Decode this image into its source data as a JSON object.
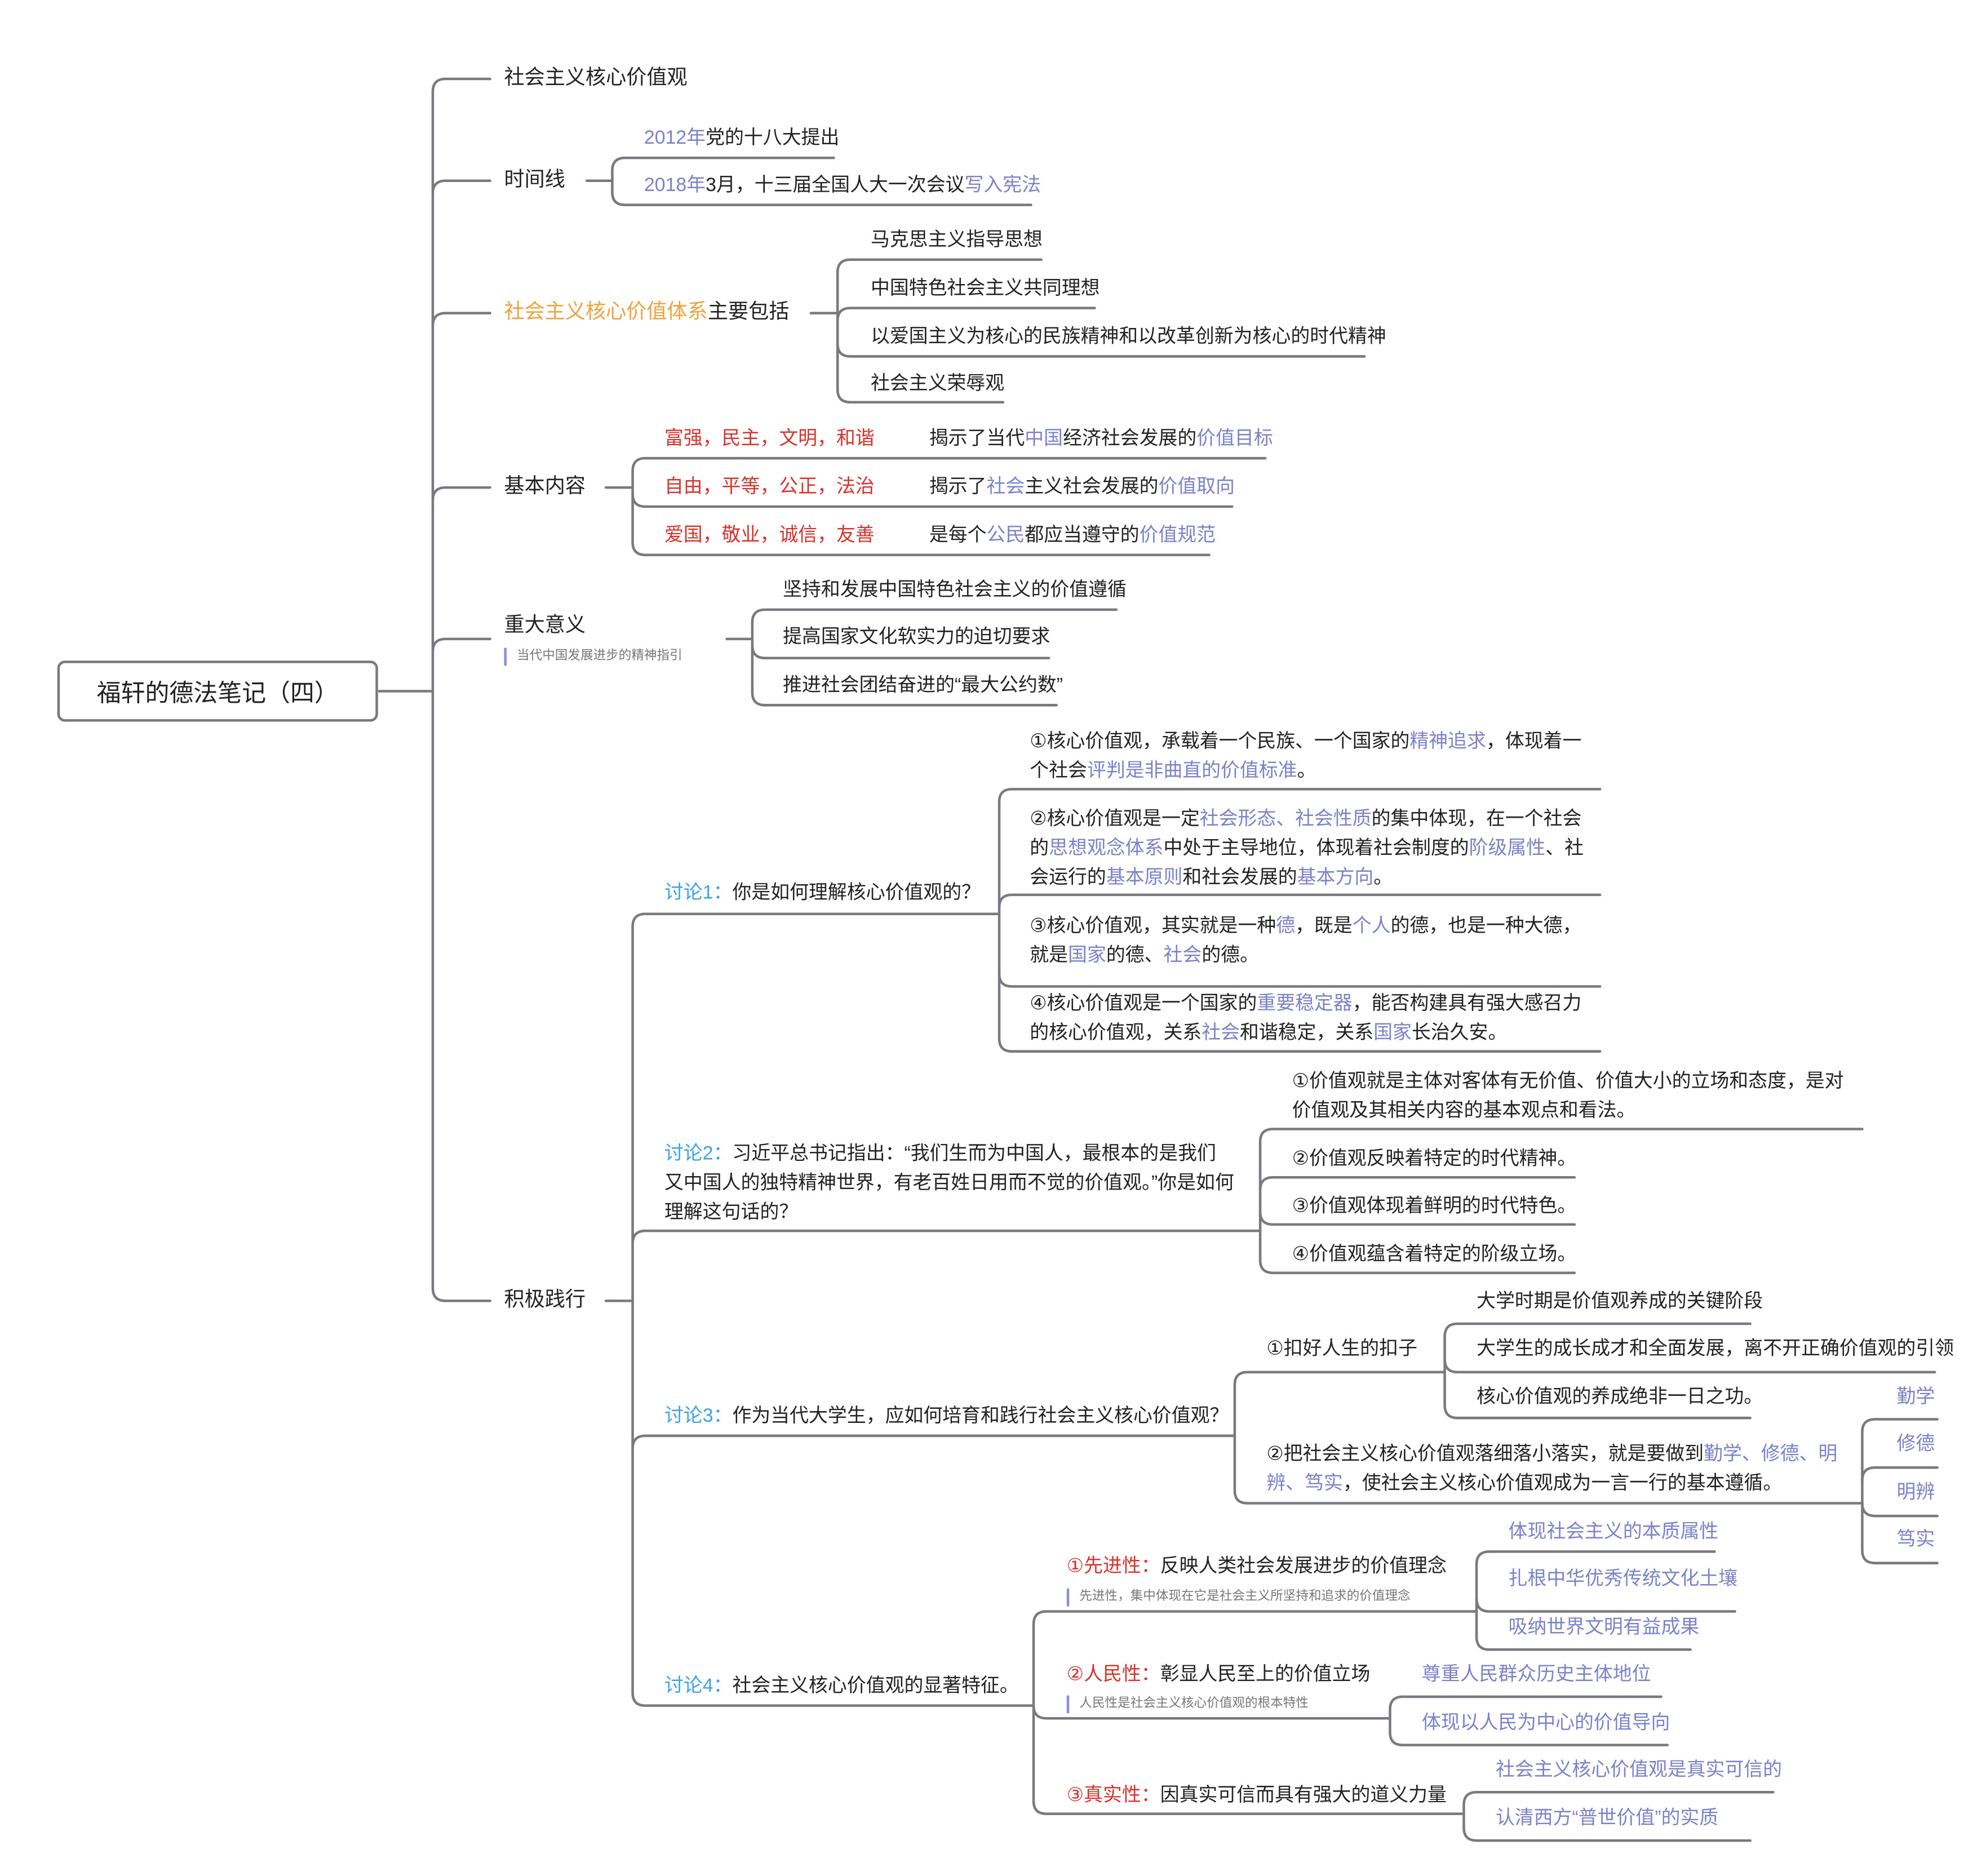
{
  "root": {
    "title": "福轩的德法笔记（四）"
  },
  "branches": {
    "core_values": {
      "label": "社会主义核心价值观"
    },
    "timeline": {
      "label": "时间线",
      "items": [
        {
          "year": "2012年",
          "text": "党的十八大提出"
        },
        {
          "year": "2018年",
          "text": "3月，十三届全国人大一次会议",
          "highlight": "写入宪法"
        }
      ]
    },
    "system": {
      "label_highlight": "社会主义核心价值体系",
      "label_rest": "主要包括",
      "items": [
        "马克思主义指导思想",
        "中国特色社会主义共同理想",
        "以爱国主义为核心的民族精神和以改革创新为核心的时代精神",
        "社会主义荣辱观"
      ]
    },
    "basic_content": {
      "label": "基本内容",
      "rows": [
        {
          "values": "富强，民主，文明，和谐",
          "desc_a": "揭示了当代",
          "desc_hl1": "中国",
          "desc_b": "经济社会发展的",
          "desc_hl2": "价值目标"
        },
        {
          "values": "自由，平等，公正，法治",
          "desc_a": "揭示了",
          "desc_hl1": "社会",
          "desc_b": "主义社会发展的",
          "desc_hl2": "价值取向"
        },
        {
          "values": "爱国，敬业，诚信，友善",
          "desc_a": "是每个",
          "desc_hl1": "公民",
          "desc_b": "都应当遵守的",
          "desc_hl2": "价值规范"
        }
      ]
    },
    "significance": {
      "label": "重大意义",
      "note": "当代中国发展进步的精神指引",
      "items": [
        "坚持和发展中国特色社会主义的价值遵循",
        "提高国家文化软实力的迫切要求",
        "推进社会团结奋进的“最大公约数”"
      ]
    },
    "practice": {
      "label": "积极践行",
      "d1": {
        "tag": "讨论1：",
        "question": "你是如何理解核心价值观的？",
        "answers": [
          {
            "p": [
              "①核心价值观，承载着一个民族、一个国家的",
              "精神追求",
              "，体现着一个社会",
              "评判是非曲直的价值标准",
              "。"
            ]
          },
          {
            "p": [
              "②核心价值观是一定",
              "社会形态、社会性质",
              "的集中体现，在一个社会的",
              "思想观念体系",
              "中处于主导地位，体现着社会制度的",
              "阶级属性",
              "、社会运行的",
              "基本原则",
              "和社会发展的",
              "基本方向",
              "。"
            ]
          },
          {
            "p": [
              "③核心价值观，其实就是一种",
              "德",
              "，既是",
              "个人",
              "的德，也是一种大德，就是",
              "国家",
              "的德、",
              "社会",
              "的德。"
            ]
          },
          {
            "p": [
              "④核心价值观是一个国家的",
              "重要稳定器",
              "，能否构建具有强大感召力的核心价值观，关系",
              "社会",
              "和谐稳定，关系",
              "国家",
              "长治久安。"
            ]
          }
        ]
      },
      "d2": {
        "tag": "讨论2：",
        "question": "习近平总书记指出：“我们生而为中国人，最根本的是我们又中国人的独特精神世界，有老百姓日用而不觉的价值观。”你是如何理解这句话的？",
        "answers": [
          "①价值观就是主体对客体有无价值、价值大小的立场和态度，是对价值观及其相关内容的基本观点和看法。",
          "②价值观反映着特定的时代精神。",
          "③价值观体现着鲜明的时代特色。",
          "④价值观蕴含着特定的阶级立场。"
        ]
      },
      "d3": {
        "tag": "讨论3：",
        "question": "作为当代大学生，应如何培育和践行社会主义核心价值观？",
        "point1": {
          "label": "①扣好人生的扣子",
          "items": [
            "大学时期是价值观养成的关键阶段",
            "大学生的成长成才和全面发展，离不开正确价值观的引领",
            "核心价值观的养成绝非一日之功。"
          ]
        },
        "point2": {
          "text_a": "②把社会主义核心价值观落细落小落实，就是要做到",
          "text_hl": "勤学、修德、明辨、笃实",
          "text_b": "，使社会主义核心价值观成为一言一行的基本遵循。",
          "items": [
            "勤学",
            "修德",
            "明辨",
            "笃实"
          ]
        }
      },
      "d4": {
        "tag": "讨论4：",
        "question": "社会主义核心价值观的显著特征。",
        "features": [
          {
            "name": "①先进性：",
            "desc": "反映人类社会发展进步的价值理念",
            "note": "先进性，集中体现在它是社会主义所坚持和追求的价值理念",
            "items": [
              "体现社会主义的本质属性",
              "扎根中华优秀传统文化土壤",
              "吸纳世界文明有益成果"
            ]
          },
          {
            "name": "②人民性：",
            "desc": "彰显人民至上的价值立场",
            "note": "人民性是社会主义核心价值观的根本特性",
            "items": [
              "尊重人民群众历史主体地位",
              "体现以人民为中心的价值导向"
            ]
          },
          {
            "name": "③真实性：",
            "desc": "因真实可信而具有强大的道义力量",
            "note": "",
            "items": [
              "社会主义核心价值观是真实可信的",
              "认清西方“普世价值”的实质"
            ]
          }
        ]
      }
    }
  },
  "colors": {
    "line": "#797a80",
    "highlight": "#7b82c9",
    "value_red": "#d9322c",
    "system_orange": "#f0a33a",
    "discussion_blue": "#3fa2e6"
  }
}
